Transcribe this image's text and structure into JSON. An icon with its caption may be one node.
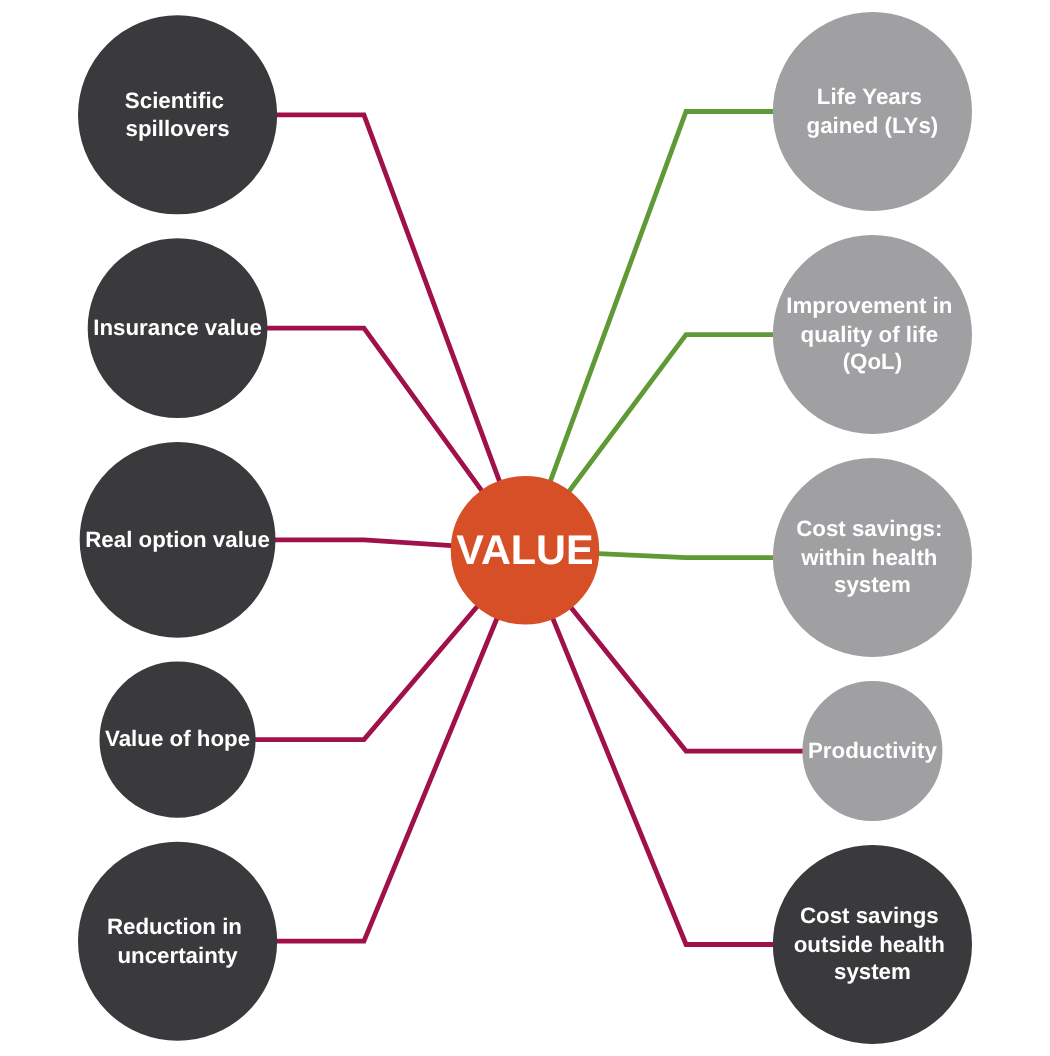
{
  "diagram": {
    "nodes": [
      {
        "text": [
          "VALUE"
        ]
      },
      {
        "text": [
          "Life Years gained (LYs)"
        ]
      },
      {
        "text": [
          "Improvement in quality of life (QoL)"
        ]
      },
      {
        "text": [
          "Cost savings: within health system"
        ]
      },
      {
        "text": [
          "Productivity"
        ]
      },
      {
        "text": [
          "Cost savings outside health system"
        ]
      },
      {
        "text": [
          "Reduction in uncertainty"
        ]
      },
      {
        "text": [
          "Value of hope"
        ]
      },
      {
        "text": [
          "Real option value"
        ]
      },
      {
        "text": [
          "Insurance value"
        ]
      },
      {
        "text": [
          "Scientific spillovers"
        ]
      }
    ],
    "edges": [
      {
        "from": 0,
        "to": 1,
        "arrow": "none",
        "color": "#5f9a36"
      },
      {
        "from": 0,
        "to": 2,
        "arrow": "none",
        "color": "#5f9a36"
      },
      {
        "from": 0,
        "to": 3,
        "arrow": "none",
        "color": "#5f9a36"
      },
      {
        "from": 0,
        "to": 4,
        "arrow": "none"
      },
      {
        "from": 0,
        "to": 5,
        "arrow": "none"
      },
      {
        "from": 10,
        "to": 0,
        "arrow": "none"
      },
      {
        "from": 9,
        "to": 0,
        "arrow": "none"
      },
      {
        "from": 8,
        "to": 0,
        "arrow": "none"
      },
      {
        "from": 7,
        "to": 0,
        "arrow": "none"
      },
      {
        "from": 6,
        "to": 0,
        "arrow": "none"
      }
    ]
  }
}
